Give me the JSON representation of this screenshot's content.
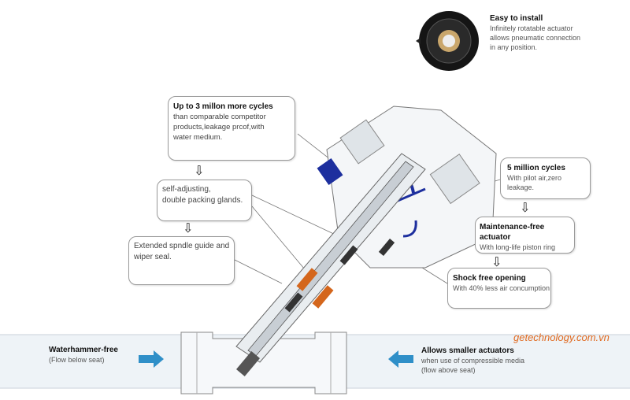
{
  "easy_install": {
    "title": "Easy to install",
    "line1": "Infinitely rotatable actuator",
    "line2": "allows pneumatic connection",
    "line3": "in any position."
  },
  "cycles_box": {
    "title": "Up to 3 millon more cycles",
    "line1": "than comparable competitor",
    "line2": "products,leakage prcof,with",
    "line3": "water medium."
  },
  "glands_box": {
    "line1": "self-adjusting,",
    "line2": "double packing glands."
  },
  "spindle_box": {
    "line1": "Extended spndle guide and",
    "line2": "wiper seal."
  },
  "five_million_box": {
    "title": "5 million cycles",
    "line1": "With pilot air,zero leakage."
  },
  "maintenance_box": {
    "title": "Maintenance-free actuator",
    "line1": "With long-life piston ring"
  },
  "shock_box": {
    "title": "Shock free opening",
    "line1": "With 40% less air concumption"
  },
  "waterhammer": {
    "title": "Waterhammer-free",
    "line1": "(Flow below seat)"
  },
  "smaller_actuators": {
    "title": "Allows smaller actuators",
    "line1": "when use of compressible media",
    "line2": "(flow above seat)"
  },
  "watermark": "getechnology.com.vn",
  "colors": {
    "flow_arrow": "#2f8fc8",
    "blue_seal": "#1d2f9e",
    "orange_packing": "#d4661c",
    "watermark": "#e0691f"
  }
}
